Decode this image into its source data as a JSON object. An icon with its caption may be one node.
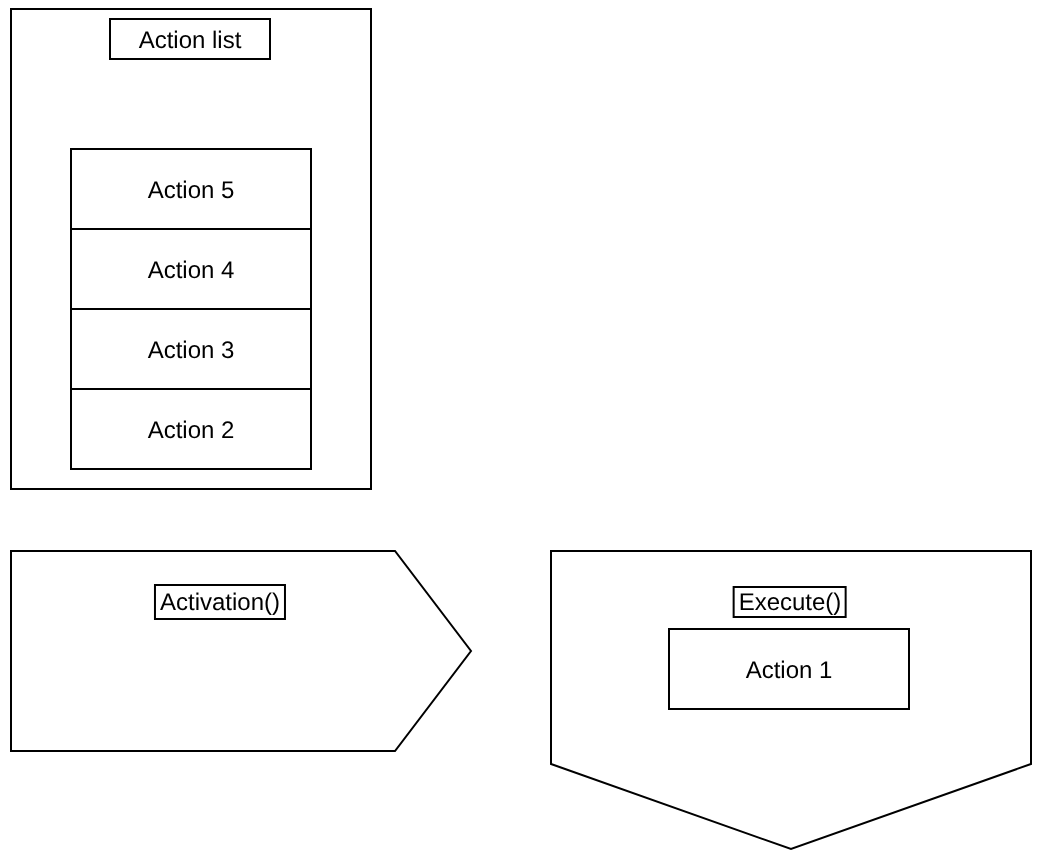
{
  "diagram": {
    "nodes": [
      {
        "text": [
          "Action list"
        ]
      },
      {
        "text": [
          "Action 5"
        ],
        "in": 0
      },
      {
        "text": [
          "Action 4"
        ],
        "in": 0
      },
      {
        "text": [
          "Action 3"
        ],
        "in": 0
      },
      {
        "text": [
          "Action 2"
        ],
        "in": 0
      },
      {
        "text": [
          "Activation()"
        ]
      },
      {
        "text": [
          "Execute()"
        ]
      },
      {
        "text": [
          "Action 1"
        ],
        "in": 6
      }
    ]
  }
}
